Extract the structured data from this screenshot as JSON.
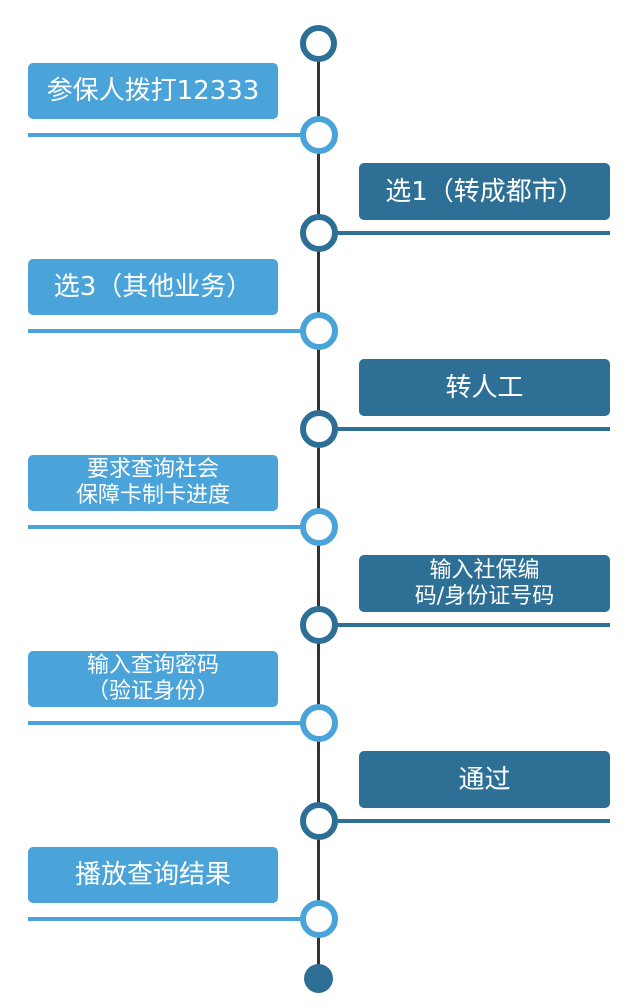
{
  "colors": {
    "left_box": "#4aa3d9",
    "right_box": "#2e6f96",
    "spine": "#333333",
    "node_ring": "#2e6f96"
  },
  "steps": [
    {
      "side": "left",
      "label": "参保人拨打12333"
    },
    {
      "side": "right",
      "label": "选1（转成都市）"
    },
    {
      "side": "left",
      "label": "选3（其他业务）"
    },
    {
      "side": "right",
      "label": "转人工"
    },
    {
      "side": "left",
      "label": "要求查询社会\n保障卡制卡进度"
    },
    {
      "side": "right",
      "label": "输入社保编\n码/身份证号码"
    },
    {
      "side": "left",
      "label": "输入查询密码\n（验证身份）"
    },
    {
      "side": "right",
      "label": "通过"
    },
    {
      "side": "left",
      "label": "播放查询结果"
    }
  ]
}
